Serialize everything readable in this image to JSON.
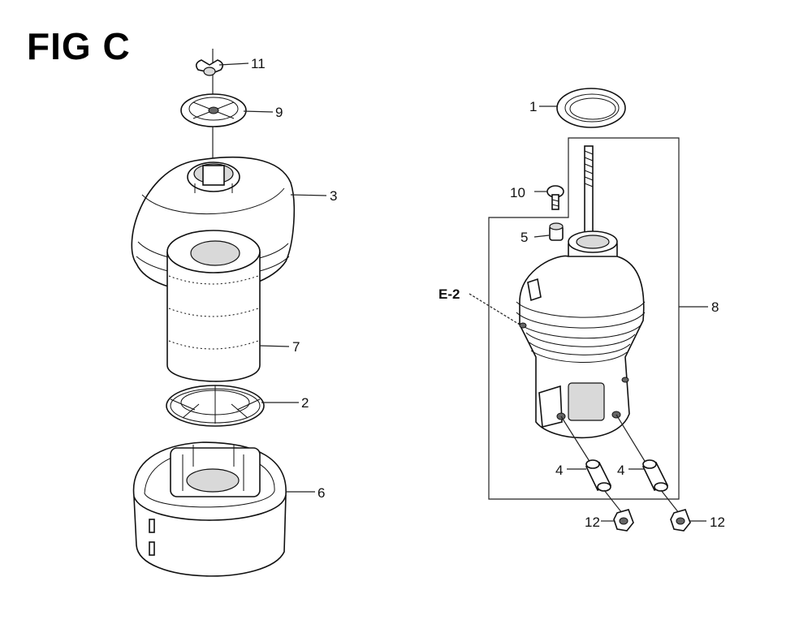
{
  "figure": {
    "title": "FIG C"
  },
  "callouts": {
    "c1": "1",
    "c2": "2",
    "c3": "3",
    "c4a": "4",
    "c4b": "4",
    "c5": "5",
    "c6": "6",
    "c7": "7",
    "c8": "8",
    "c9": "9",
    "c10": "10",
    "c11": "11",
    "c12a": "12",
    "c12b": "12",
    "ref_e2": "E-2"
  }
}
